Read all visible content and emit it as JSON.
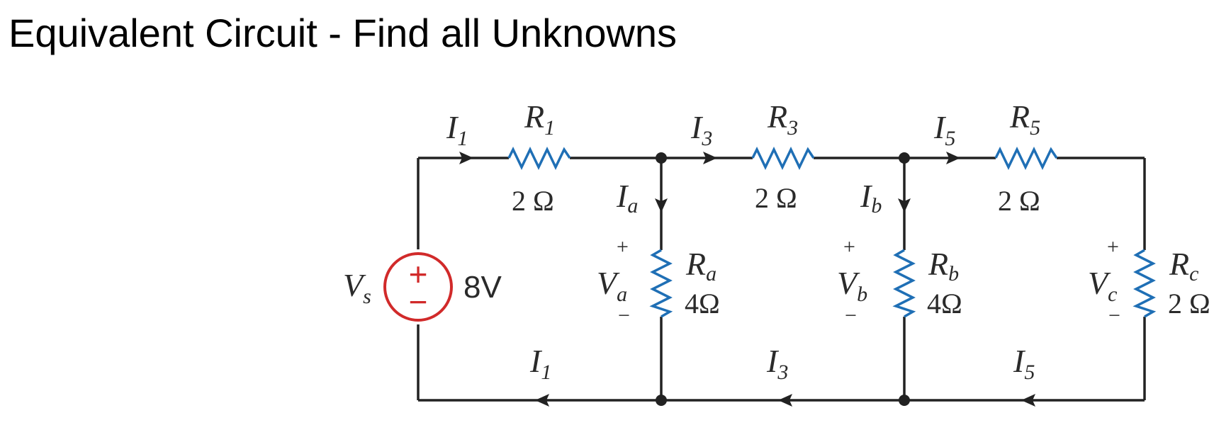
{
  "title": "Equivalent Circuit - Find all Unknowns",
  "source": {
    "label_main": "V",
    "label_sub": "s",
    "value": "8V",
    "plus": "+",
    "minus": "−",
    "color": "#d12a2a"
  },
  "resistors": {
    "r1": {
      "main": "R",
      "sub": "1",
      "value": "2 Ω"
    },
    "r3": {
      "main": "R",
      "sub": "3",
      "value": "2 Ω"
    },
    "r5": {
      "main": "R",
      "sub": "5",
      "value": "2 Ω"
    },
    "ra": {
      "main": "R",
      "sub": "a",
      "value": "4Ω"
    },
    "rb": {
      "main": "R",
      "sub": "b",
      "value": "4Ω"
    },
    "rc": {
      "main": "R",
      "sub": "c",
      "value": "2 Ω"
    },
    "color": "#1f6fb5"
  },
  "currents": {
    "i1_top": {
      "main": "I",
      "sub": "1"
    },
    "i3_top": {
      "main": "I",
      "sub": "3"
    },
    "i5_top": {
      "main": "I",
      "sub": "5"
    },
    "ia": {
      "main": "I",
      "sub": "a"
    },
    "ib": {
      "main": "I",
      "sub": "b"
    },
    "i1_bot": {
      "main": "I",
      "sub": "1"
    },
    "i3_bot": {
      "main": "I",
      "sub": "3"
    },
    "i5_bot": {
      "main": "I",
      "sub": "5"
    }
  },
  "voltages": {
    "va": {
      "main": "V",
      "sub": "a",
      "plus": "+",
      "minus": "−"
    },
    "vb": {
      "main": "V",
      "sub": "b",
      "plus": "+",
      "minus": "−"
    },
    "vc": {
      "main": "V",
      "sub": "c",
      "plus": "+",
      "minus": "−"
    }
  }
}
